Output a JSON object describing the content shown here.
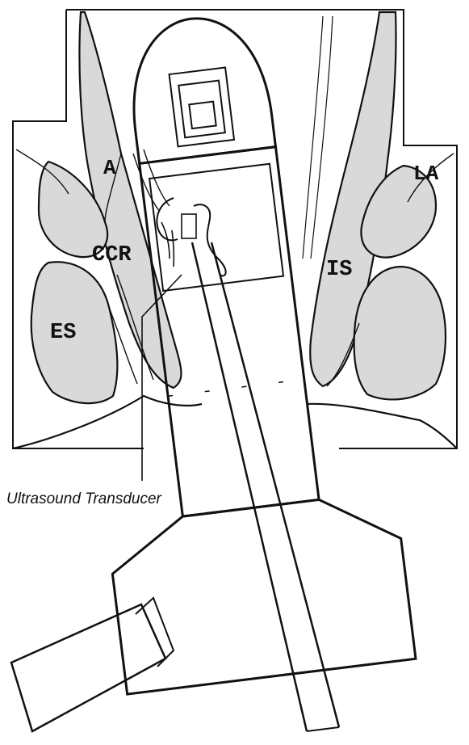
{
  "labels": {
    "A": "A",
    "LA": "LA",
    "CCR": "CCR",
    "IS": "IS",
    "ES": "ES",
    "transducer": "Ultrasound Transducer"
  },
  "colors": {
    "ink": "#111111",
    "tissue": "#d9d9d9",
    "background": "#ffffff"
  }
}
